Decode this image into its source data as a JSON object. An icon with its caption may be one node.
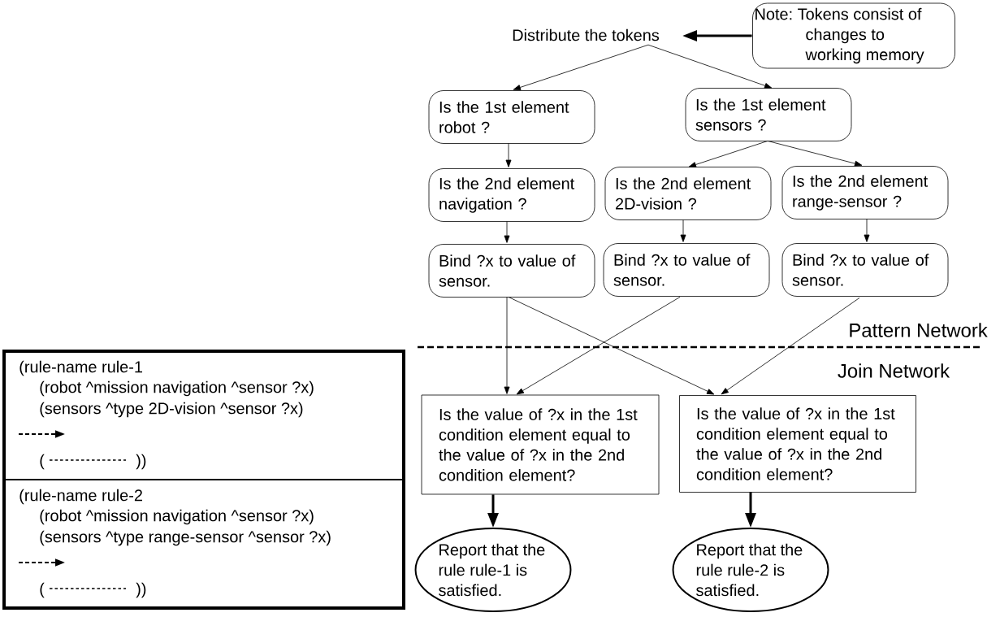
{
  "diagram": {
    "nodes": [
      {
        "text": [
          "Distribute the tokens"
        ]
      },
      {
        "text": [
          "Note: Tokens consist of changes to working memory"
        ]
      },
      {
        "text": [
          "Is the 1st element robot ?"
        ]
      },
      {
        "text": [
          "Is the 1st element sensors ?"
        ]
      },
      {
        "text": [
          "Is the 2nd element navigation ?"
        ]
      },
      {
        "text": [
          "Is the 2nd element 2D-vision ?"
        ]
      },
      {
        "text": [
          "Is the 2nd element range-sensor ?"
        ]
      },
      {
        "text": [
          "Bind ?x to value of sensor."
        ]
      },
      {
        "text": [
          "Bind ?x to value of sensor."
        ]
      },
      {
        "text": [
          "Bind ?x to value of sensor."
        ]
      },
      {
        "text": [
          "Is the value of ?x in the 1st condition element equal to the value of ?x in the 2nd condition element?"
        ]
      },
      {
        "text": [
          "Is the value of ?x in the 1st condition element equal to the value of ?x in the 2nd condition element?"
        ]
      },
      {
        "text": [
          "Report that the rule rule-1 is satisfied."
        ]
      },
      {
        "text": [
          "Report that the rule rule-2 is satisfied."
        ]
      },
      {
        "text": [
          "(rule-name rule-1",
          "(robot ^mission navigation ^sensor ?x)",
          "(sensors ^type 2D-vision ^sensor ?x)",
          "(",
          "))"
        ]
      },
      {
        "text": [
          "(rule-name rule-2",
          "(robot ^mission navigation ^sensor ?x)",
          "(sensors ^type range-sensor ^sensor ?x)",
          "(",
          "))"
        ]
      }
    ],
    "edges": [
      {
        "from": 1,
        "to": 0,
        "arrow": "to",
        "style": "thick"
      },
      {
        "from": 0,
        "to": 2,
        "arrow": "to"
      },
      {
        "from": 0,
        "to": 3,
        "arrow": "to"
      },
      {
        "from": 2,
        "to": 4,
        "arrow": "to"
      },
      {
        "from": 3,
        "to": 5,
        "arrow": "to"
      },
      {
        "from": 3,
        "to": 6,
        "arrow": "to"
      },
      {
        "from": 4,
        "to": 7,
        "arrow": "to"
      },
      {
        "from": 5,
        "to": 8,
        "arrow": "to"
      },
      {
        "from": 6,
        "to": 9,
        "arrow": "to"
      },
      {
        "from": 7,
        "to": 10,
        "arrow": "to"
      },
      {
        "from": 7,
        "to": 11,
        "arrow": "to"
      },
      {
        "from": 8,
        "to": 10,
        "arrow": "to"
      },
      {
        "from": 9,
        "to": 11,
        "arrow": "to"
      },
      {
        "from": 10,
        "to": 12,
        "arrow": "to",
        "style": "thick"
      },
      {
        "from": 11,
        "to": 13,
        "arrow": "to",
        "style": "thick"
      }
    ],
    "labels": [
      "Pattern Network",
      "Join Network"
    ]
  }
}
